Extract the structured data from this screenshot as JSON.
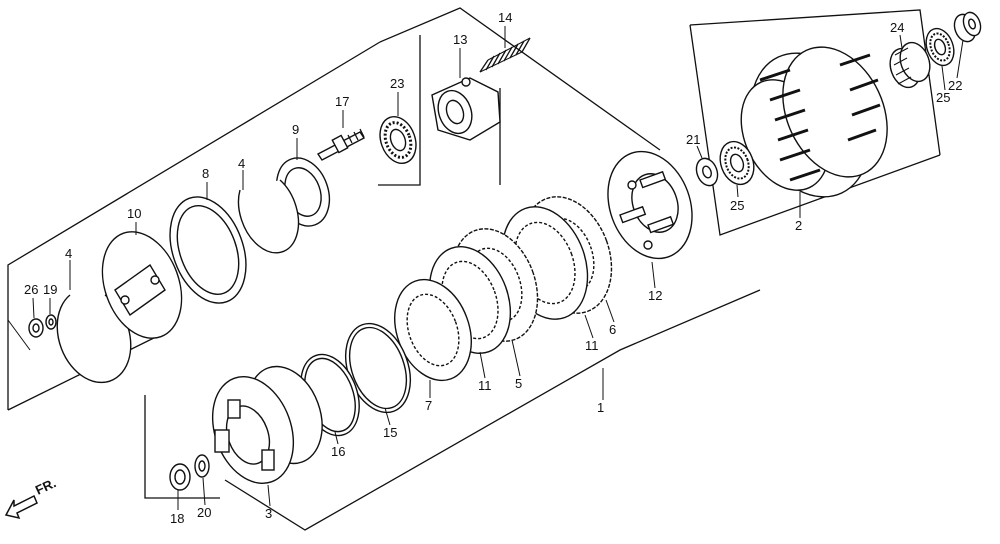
{
  "diagram": {
    "front_label": "FR.",
    "callouts": [
      "1",
      "2",
      "3",
      "4",
      "4",
      "5",
      "6",
      "7",
      "8",
      "9",
      "10",
      "11",
      "11",
      "12",
      "13",
      "14",
      "15",
      "16",
      "17",
      "18",
      "19",
      "20",
      "21",
      "22",
      "23",
      "24",
      "25",
      "25",
      "26"
    ]
  }
}
